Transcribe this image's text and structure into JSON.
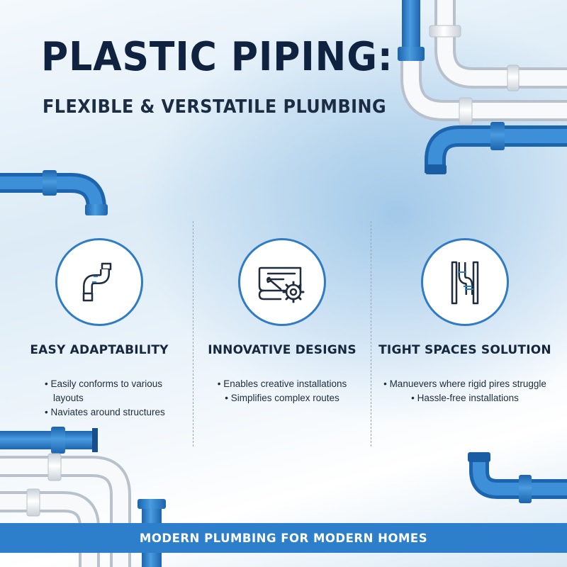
{
  "header": {
    "title": "PLASTIC PIPING:",
    "subtitle": "FLEXIBLE & VERSTATILE PLUMBING"
  },
  "features": [
    {
      "icon": "curved-pipe-icon",
      "title": "EASY ADAPTABILITY",
      "bullets": [
        "Easily conforms to various layouts",
        "Naviates around structures"
      ]
    },
    {
      "icon": "blueprint-wrench-gear-icon",
      "title": "INNOVATIVE DESIGNS",
      "bullets": [
        "Enables creative installations",
        "Simplifies complex routes"
      ]
    },
    {
      "icon": "pipe-between-walls-icon",
      "title": "TIGHT SPACES SOLUTION",
      "bullets": [
        "Manuevers where rigid pires struggle",
        "Hassle-free installations"
      ]
    }
  ],
  "footer": {
    "banner_text": "MODERN PLUMBING FOR MODERN HOMES"
  },
  "colors": {
    "pipe_blue": "#2d7fcb",
    "pipe_white": "#f2f4f6",
    "title_navy": "#0f2340",
    "icon_stroke": "#1f2d3d",
    "accent_circle": "#2f7cc4"
  }
}
